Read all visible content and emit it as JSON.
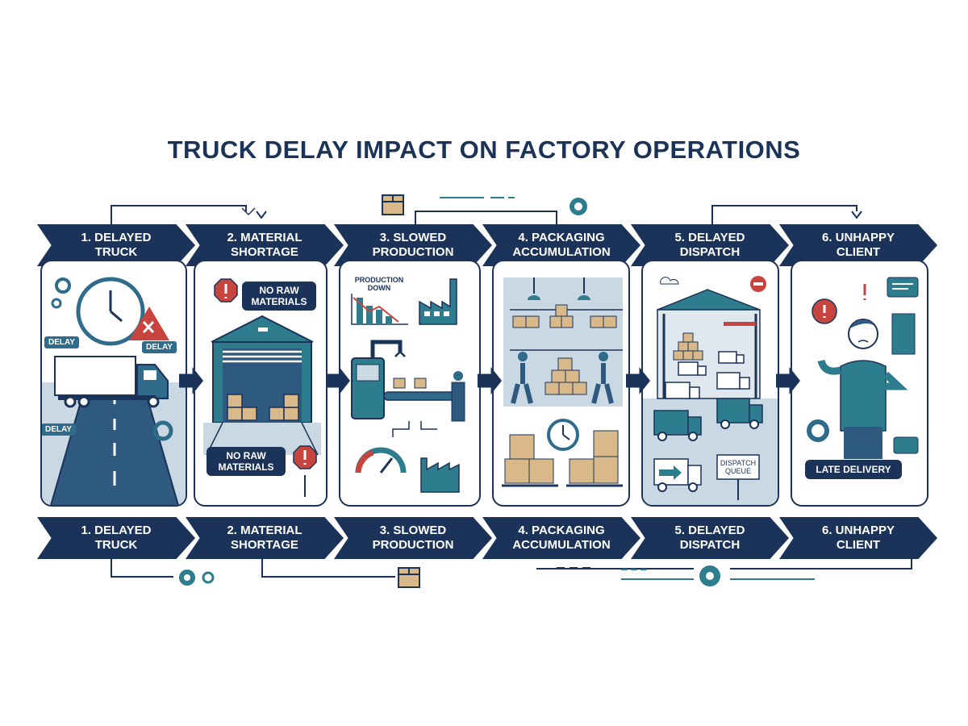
{
  "title": "TRUCK DELAY IMPACT ON FACTORY OPERATIONS",
  "steps": [
    {
      "line1": "1. DELAYED",
      "line2": "TRUCK"
    },
    {
      "line1": "2. MATERIAL",
      "line2": "SHORTAGE"
    },
    {
      "line1": "3. SLOWED",
      "line2": "PRODUCTION"
    },
    {
      "line1": "4. PACKAGING",
      "line2": "ACCUMULATION"
    },
    {
      "line1": "5. DELAYED",
      "line2": "DISPATCH"
    },
    {
      "line1": "6. UNHAPPY",
      "line2": "CLIENT"
    }
  ],
  "panel1": {
    "delay_tags": [
      "DELAY",
      "DELAY",
      "DELAY"
    ]
  },
  "panel2": {
    "top_alert": "NO RAW MATERIALS",
    "bottom_alert": "NO RAW MATERIALS"
  },
  "panel3": {
    "chart_label_1": "PRODUCTION",
    "chart_label_2": "DOWN"
  },
  "panel5": {
    "sign_line1": "DISPATCH",
    "sign_line2": "QUEUE"
  },
  "panel6": {
    "badge": "LATE DELIVERY"
  },
  "colors": {
    "navy": "#1b3358",
    "teal": "#2e7d8f",
    "light": "#c9d8e3",
    "red": "#c8453f",
    "box": "#d9b98a"
  }
}
